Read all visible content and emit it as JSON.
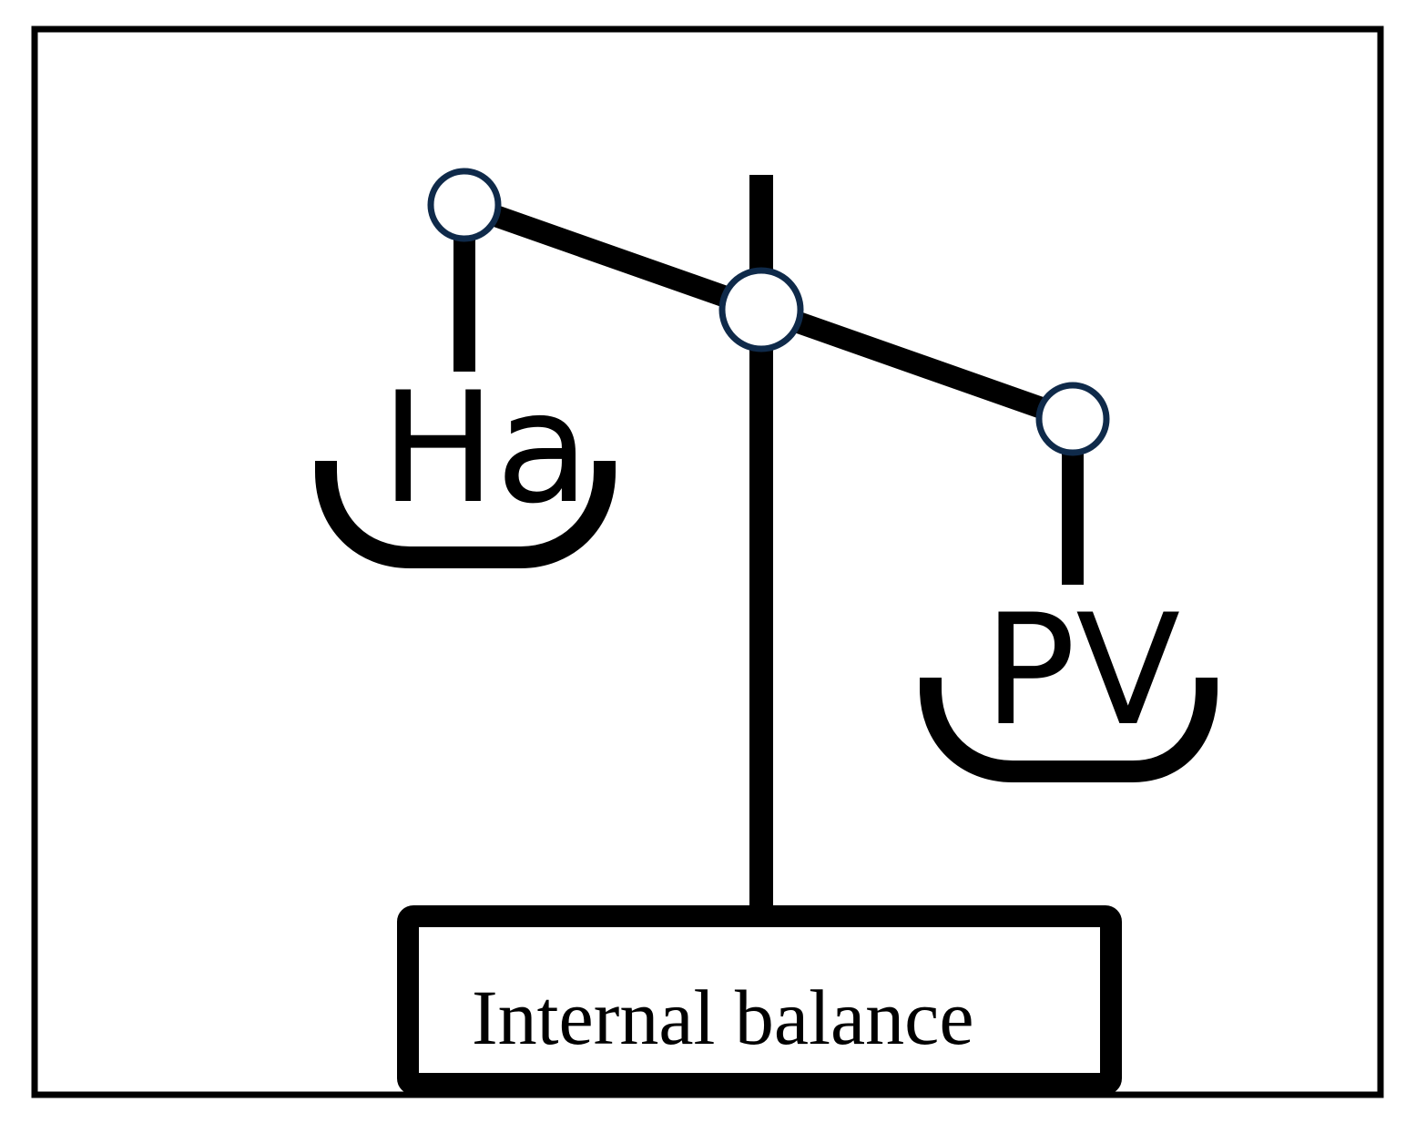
{
  "diagram": {
    "left_pan_label": "Ha",
    "right_pan_label": "PV",
    "base_label": "Internal balance",
    "colors": {
      "stroke": "#000000",
      "pivot_outline": "#0f2a4a",
      "pivot_fill": "#ffffff",
      "background": "#ffffff"
    }
  }
}
